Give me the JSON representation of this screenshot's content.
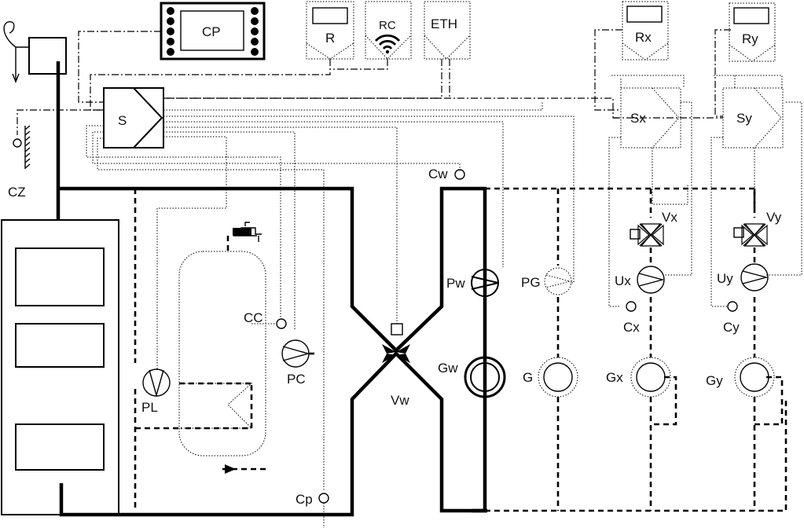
{
  "labels": {
    "cp": "CP",
    "r": "R",
    "rc": "RC",
    "eth": "ETH",
    "rx": "Rx",
    "ry": "Ry",
    "s": "S",
    "sx": "Sx",
    "sy": "Sy",
    "cz": "CZ",
    "cw": "Cw",
    "cc": "CC",
    "pc": "PC",
    "pl": "PL",
    "vw": "Vw",
    "pw": "Pw",
    "gw": "Gw",
    "pg": "PG",
    "g": "G",
    "vx": "Vx",
    "ux": "Ux",
    "cx": "Cx",
    "gx": "Gx",
    "vy": "Vy",
    "uy": "Uy",
    "cy": "Cy",
    "gy": "Gy",
    "cp_sensor": "Cp"
  }
}
